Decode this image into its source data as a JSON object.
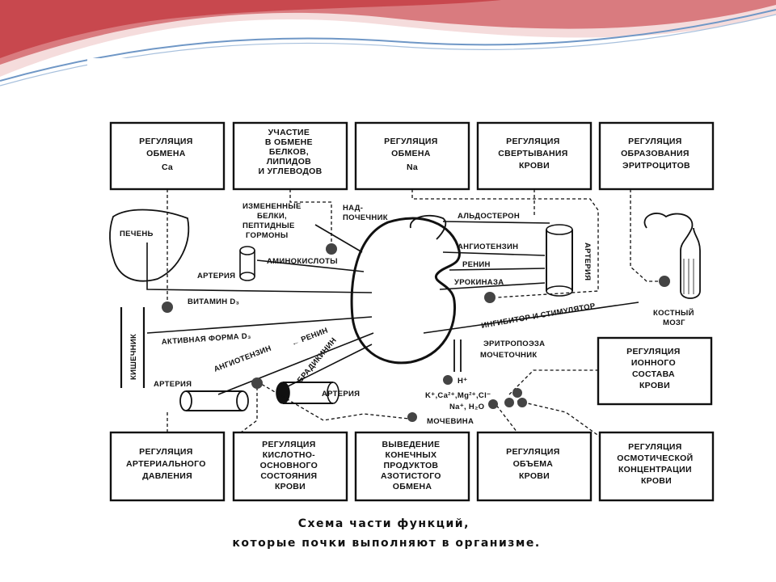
{
  "top_boxes": [
    {
      "lines": [
        "РЕГУЛЯЦИЯ",
        "ОБМЕНА",
        "Ca"
      ]
    },
    {
      "lines": [
        "УЧАСТИЕ",
        "В ОБМЕНЕ",
        "БЕЛКОВ,",
        "ЛИПИДОВ",
        "И УГЛЕВОДОВ"
      ]
    },
    {
      "lines": [
        "РЕГУЛЯЦИЯ",
        "ОБМЕНА",
        "Na"
      ]
    },
    {
      "lines": [
        "РЕГУЛЯЦИЯ",
        "СВЕРТЫВАНИЯ",
        "КРОВИ"
      ]
    },
    {
      "lines": [
        "РЕГУЛЯЦИЯ",
        "ОБРАЗОВАНИЯ",
        "ЭРИТРОЦИТОВ"
      ]
    }
  ],
  "bottom_boxes": [
    {
      "lines": [
        "РЕГУЛЯЦИЯ",
        "АРТЕРИАЛЬНОГО",
        "ДАВЛЕНИЯ"
      ]
    },
    {
      "lines": [
        "РЕГУЛЯЦИЯ",
        "КИСЛОТНО-",
        "ОСНОВНОГО",
        "СОСТОЯНИЯ",
        "КРОВИ"
      ]
    },
    {
      "lines": [
        "ВЫВЕДЕНИЕ",
        "КОНЕЧНЫХ",
        "ПРОДУКТОВ",
        "АЗОТИСТОГО",
        "ОБМЕНА"
      ]
    },
    {
      "lines": [
        "РЕГУЛЯЦИЯ",
        "ОБЪЕМА",
        "КРОВИ"
      ]
    },
    {
      "lines": [
        "РЕГУЛЯЦИЯ",
        "ОСМОТИЧЕСКОЙ",
        "КОНЦЕНТРАЦИИ",
        "КРОВИ"
      ]
    }
  ],
  "ionic_box": {
    "lines": [
      "РЕГУЛЯЦИЯ",
      "ИОННОГО",
      "СОСТАВА",
      "КРОВИ"
    ]
  },
  "labels": {
    "liver": "ПЕЧЕНЬ",
    "altered_proteins": [
      "ИЗМЕНЕННЫЕ",
      "БЕЛКИ,",
      "ПЕПТИДНЫЕ",
      "ГОРМОНЫ"
    ],
    "adrenal": [
      "НАД-",
      "ПОЧЕЧНИК"
    ],
    "aldosterone": "АЛЬДОСТЕРОН",
    "angiotensin_right": "АНГИОТЕНЗИН",
    "renin_right": "РЕНИН",
    "urokinase": "УРОКИНАЗА",
    "aminoacids": "АМИНОКИСЛОТЫ",
    "artery_left": "АРТЕРИЯ",
    "artery_vertical": "АРТЕРИЯ",
    "vitamin_d": "ВИТАМИН D₃",
    "active_form_d": "АКТИВНАЯ ФОРМА D₃",
    "intestine": "КИШЕЧНИК",
    "angiotensin_left": "АНГИОТЕНЗИН",
    "renin_left": "← РЕНИН",
    "bradykinin": "БРАДИКИНИН",
    "artery_bottom_left": "АРТЕРИЯ",
    "artery_bottom_mid": "АРТЕРИЯ",
    "inhibitor": "ИНГИБИТОР И СТИМУЛЯТОР",
    "erythropoiesis": "ЭРИТРОПОЭЗА",
    "bone_marrow": [
      "КОСТНЫЙ",
      "МОЗГ"
    ],
    "ureter": "МОЧЕТОЧНИК",
    "ions_h": "H⁺",
    "ions_line1": "K⁺,Ca²⁺,Mg²⁺,Cl⁻",
    "ions_line2": "Na⁺, H₂O",
    "urea": "МОЧЕВИНА"
  },
  "caption": {
    "line1": "Схема части функций,",
    "line2": "которые почки выполняют в организме."
  },
  "colors": {
    "banner_red": "#c8484e",
    "banner_light": "#f3d6d6",
    "banner_blue": "#6f97c6",
    "ink": "#111111"
  }
}
